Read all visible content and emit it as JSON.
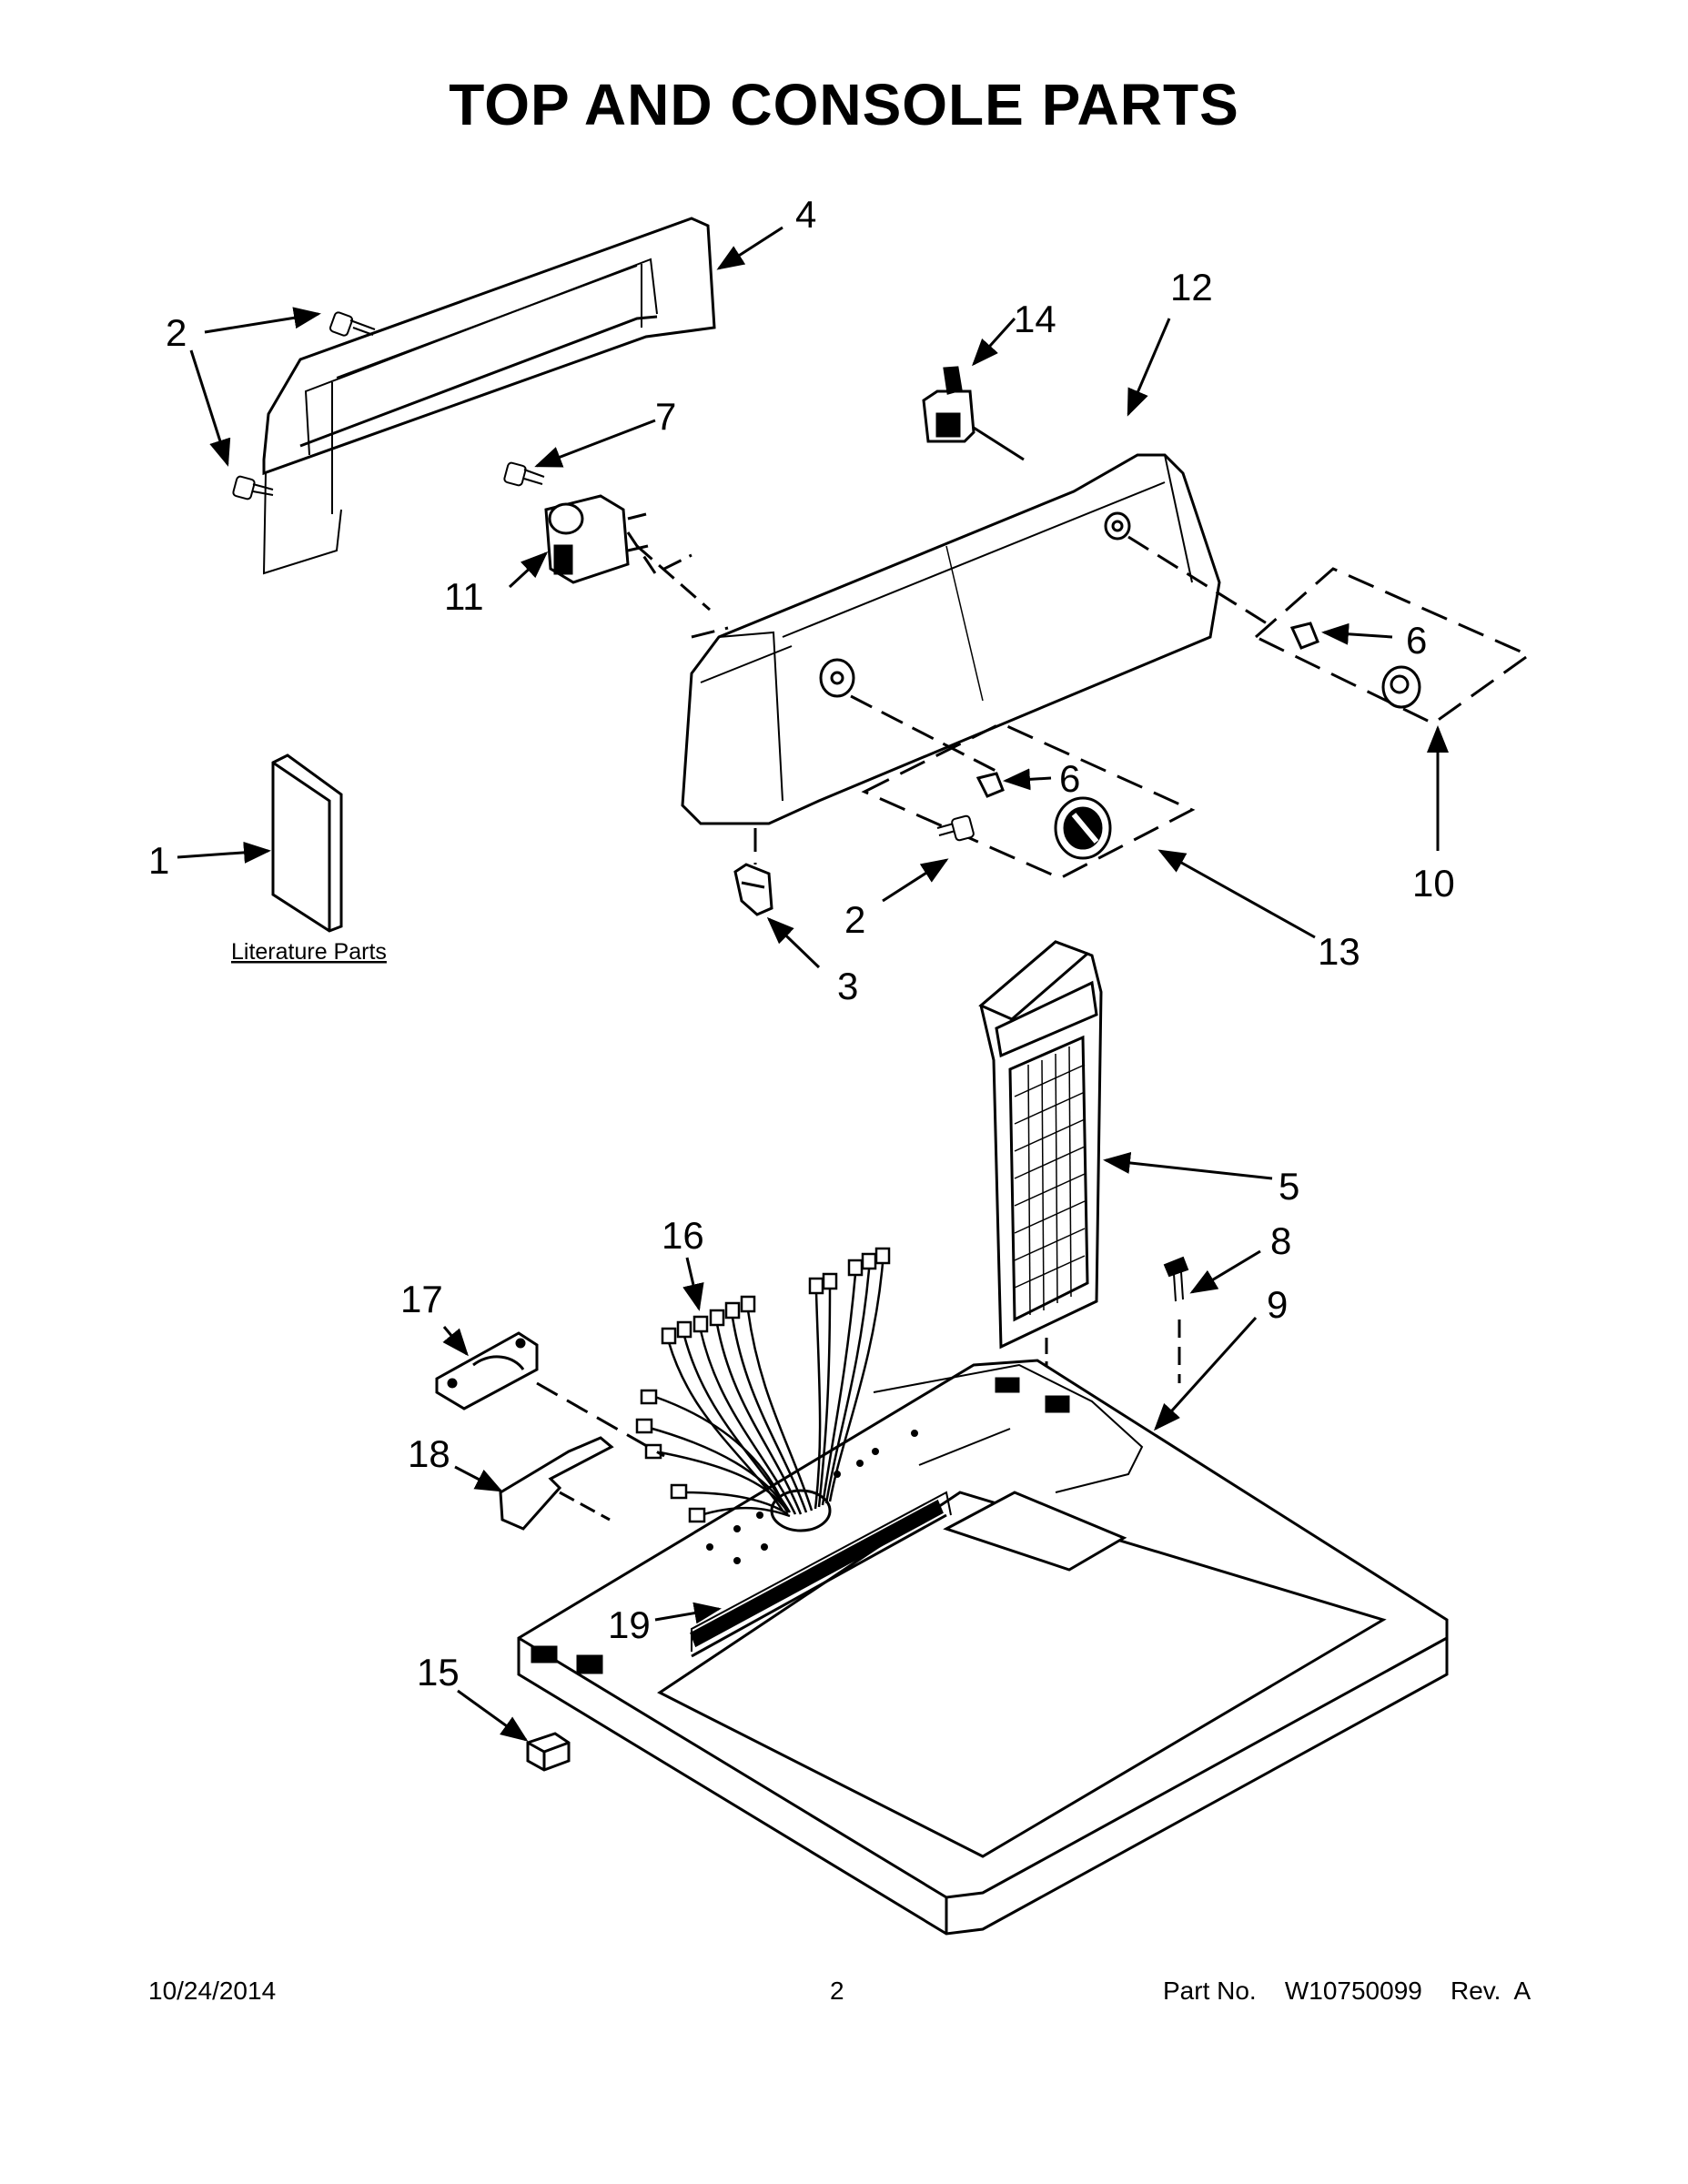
{
  "title": "TOP AND CONSOLE PARTS",
  "callouts": {
    "c1": "1",
    "c2a": "2",
    "c2b": "2",
    "c3": "3",
    "c4": "4",
    "c5": "5",
    "c6a": "6",
    "c6b": "6",
    "c7": "7",
    "c8": "8",
    "c9": "9",
    "c10": "10",
    "c11": "11",
    "c12": "12",
    "c13": "13",
    "c14": "14",
    "c15": "15",
    "c16": "16",
    "c17": "17",
    "c18": "18",
    "c19": "19"
  },
  "literature_label": "Literature Parts",
  "footer": {
    "date": "10/24/2014",
    "page": "2",
    "part_prefix": "Part No.",
    "part_number": "W10750099",
    "revision": "Rev.  A"
  }
}
